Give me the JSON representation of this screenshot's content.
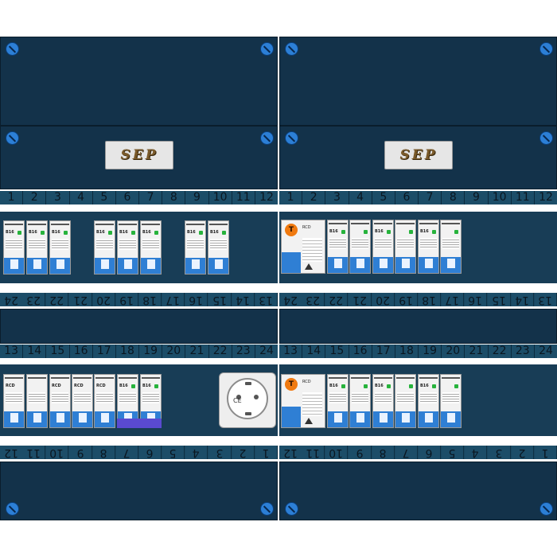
{
  "logo": {
    "text": "SEP"
  },
  "numbers": {
    "row1": [
      "1",
      "2",
      "3",
      "4",
      "5",
      "6",
      "7",
      "8",
      "9",
      "10",
      "11",
      "12"
    ],
    "row2": [
      "24",
      "23",
      "22",
      "21",
      "20",
      "19",
      "18",
      "17",
      "16",
      "15",
      "14",
      "13"
    ],
    "row3": [
      "13",
      "14",
      "15",
      "16",
      "17",
      "18",
      "19",
      "20",
      "21",
      "22",
      "23",
      "24"
    ],
    "row4": [
      "12",
      "11",
      "10",
      "9",
      "8",
      "7",
      "6",
      "5",
      "4",
      "3",
      "2",
      "1"
    ]
  },
  "devices": {
    "breaker_label": "B16",
    "rcd_test": "T",
    "rcd_label": "RCD",
    "socket_mark": "CE"
  },
  "colors": {
    "panel": "#13324a",
    "breaker_blue": "#2f7fd4",
    "screw_blue": "#2c7fd6",
    "led_green": "#27b33c",
    "test_orange": "#f07a10",
    "rail_purple": "#5a4ad0"
  }
}
